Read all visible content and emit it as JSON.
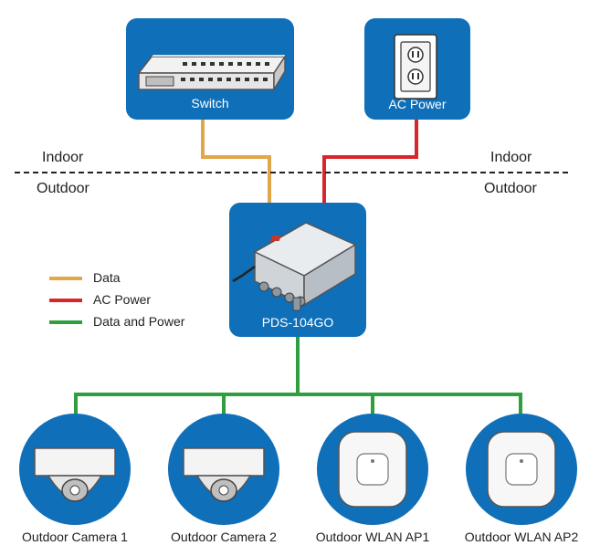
{
  "zones": {
    "indoor_left": "Indoor",
    "indoor_right": "Indoor",
    "outdoor_left": "Outdoor",
    "outdoor_right": "Outdoor"
  },
  "nodes": {
    "switch": "Switch",
    "ac_power": "AC Power",
    "injector": "PDS-104GO"
  },
  "legend": [
    {
      "label": "Data",
      "color": "#e0a84a"
    },
    {
      "label": "AC Power",
      "color": "#d9262b"
    },
    {
      "label": "Data and Power",
      "color": "#2e9e3e"
    }
  ],
  "devices": [
    {
      "label": "Outdoor Camera 1",
      "icon": "dome-camera-icon"
    },
    {
      "label": "Outdoor Camera 2",
      "icon": "dome-camera-icon"
    },
    {
      "label": "Outdoor WLAN AP1",
      "icon": "access-point-icon"
    },
    {
      "label": "Outdoor WLAN AP2",
      "icon": "access-point-icon"
    }
  ],
  "colors": {
    "box": "#0f6fb8",
    "data": "#e0a84a",
    "ac_power": "#d9262b",
    "data_and_power": "#2e9e3e"
  }
}
